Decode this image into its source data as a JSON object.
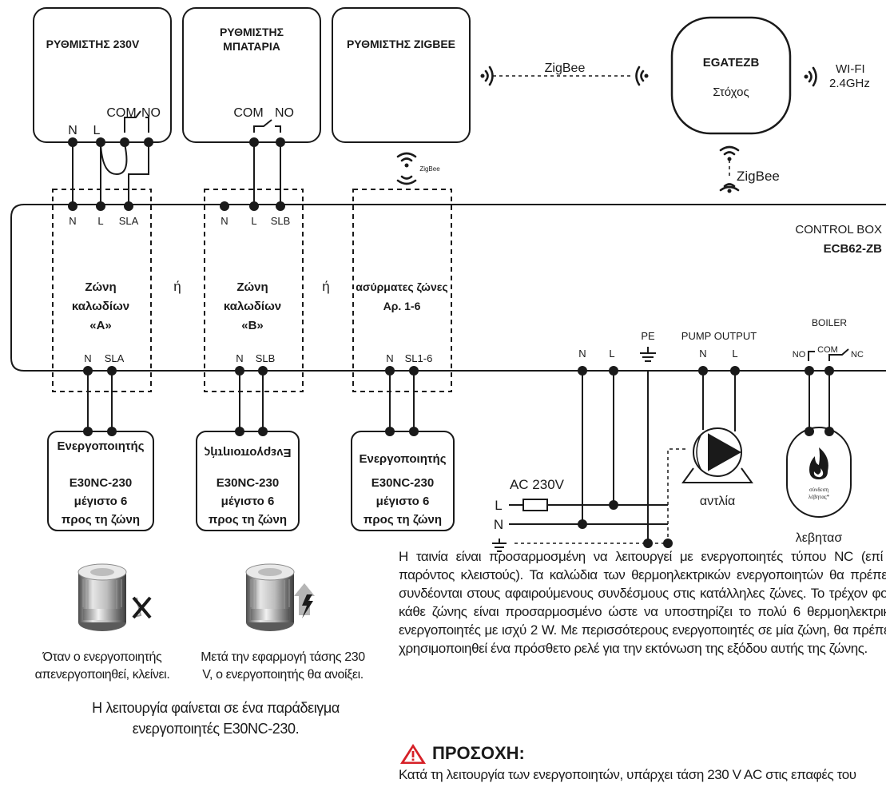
{
  "controllers": {
    "c230": {
      "title": "ΡΥΘΜΙΣΤΗΣ 230V",
      "terminals": [
        "N",
        "L",
        "COM",
        "NO"
      ]
    },
    "battery": {
      "title_line1": "ΡΥΘΜΙΣΤΗΣ",
      "title_line2": "ΜΠΑΤΑΡΙΑ",
      "terminals": [
        "COM",
        "NO"
      ]
    },
    "zigbee": {
      "title": "ΡΥΘΜΙΣΤΗΣ ZIGBEE",
      "radio_label": "ZigBee"
    }
  },
  "gateway": {
    "name": "EGATEZB",
    "subtitle": "Στόχος",
    "wifi_label_line1": "WI-FI",
    "wifi_label_line2": "2.4GHz",
    "zigbee_link_label": "ZigBee",
    "zigbee_down_label": "ZigBee"
  },
  "control_box": {
    "label_line1": "CONTROL BOX",
    "label_line2": "ECB62-ZB"
  },
  "zones": {
    "a": {
      "top_terminals": [
        "N",
        "L",
        "SLA"
      ],
      "name_line1": "Ζώνη",
      "name_line2": "καλωδίων",
      "name_line3": "«A»",
      "bottom_terminals": [
        "N",
        "SLA"
      ]
    },
    "b": {
      "top_terminals": [
        "N",
        "L",
        "SLB"
      ],
      "name_line1": "Ζώνη",
      "name_line2": "καλωδίων",
      "name_line3": "«B»",
      "bottom_terminals": [
        "N",
        "SLB"
      ]
    },
    "wireless": {
      "name_line1": "ασύρματες ζώνες",
      "name_line2": "Αρ. 1-6",
      "bottom_terminals": [
        "N",
        "SL1-6"
      ]
    },
    "or_label": "ή"
  },
  "actuators": {
    "a": {
      "line1": "Ενεργοποιητής",
      "line2": "E30NC-230",
      "line3": "μέγιστο 6",
      "line4": "προς τη ζώνη"
    },
    "b": {
      "line1": "Ενεργοποιητής",
      "line2": "E30NC-230",
      "line3": "μέγιστο 6",
      "line4": "προς τη ζώνη"
    },
    "wireless": {
      "line1": "Ενεργοποιητής",
      "line2": "E30NC-230",
      "line3": "μέγιστο 6",
      "line4": "προς τη ζώνη"
    }
  },
  "power": {
    "terminals": [
      "N",
      "L"
    ],
    "pe_label": "PE",
    "supply_label": "AC 230V",
    "line_L": "L",
    "line_N": "N"
  },
  "pump": {
    "label": "PUMP OUTPUT",
    "terminals": [
      "N",
      "L"
    ],
    "name": "αντλία"
  },
  "boiler": {
    "label": "BOILER",
    "terminals": [
      "NO",
      "COM",
      "NC"
    ],
    "inner_line1": "σύνδεση",
    "inner_line2": "λέβητας*",
    "name": "λεβητασ"
  },
  "captions": {
    "closed": "Όταν ο ενεργοποιητής απενεργοποιηθεί, κλείνει.",
    "open": "Μετά την εφαρμογή τάσης 230 V, ο ενεργοποιητής θα ανοίξει.",
    "example": "Η λειτουργία φαίνεται σε ένα παράδειγμα ενεργοποιητές E30NC-230."
  },
  "info_text": "Η ταινία είναι προσαρμοσμένη να λειτουργεί με ενεργοποιητές τύπου NC (επί του παρόντος κλειστούς). Τα καλώδια των θερμοηλεκτρικών ενεργοποιητών θα πρέπει να συνδέονται στους αφαιρούμενους συνδέσμους στις κατάλληλες ζώνες. Το τρέχον φορτίο κάθε ζώνης είναι προσαρμοσμένο ώστε να υποστηρίζει το πολύ 6 θερμοηλεκτρικούς ενεργοποιητές με ισχύ 2 W. Με περισσότερους ενεργοποιητές σε μία ζώνη, θα πρέπει να χρησιμοποιηθεί ένα πρόσθετο ρελέ για την εκτόνωση της εξόδου αυτής της ζώνης.",
  "warning": {
    "title": "ΠΡΟΣΟΧΗ:",
    "text": "Κατά τη λειτουργία των ενεργοποιητών, υπάρχει τάση 230 V AC στις επαφές του"
  },
  "colors": {
    "line": "#1a1a1a",
    "warning_red": "#d62027",
    "cap_dark": "#555555",
    "cap_light": "#d9d9d9",
    "arrow_gray": "#9a9a9a"
  }
}
